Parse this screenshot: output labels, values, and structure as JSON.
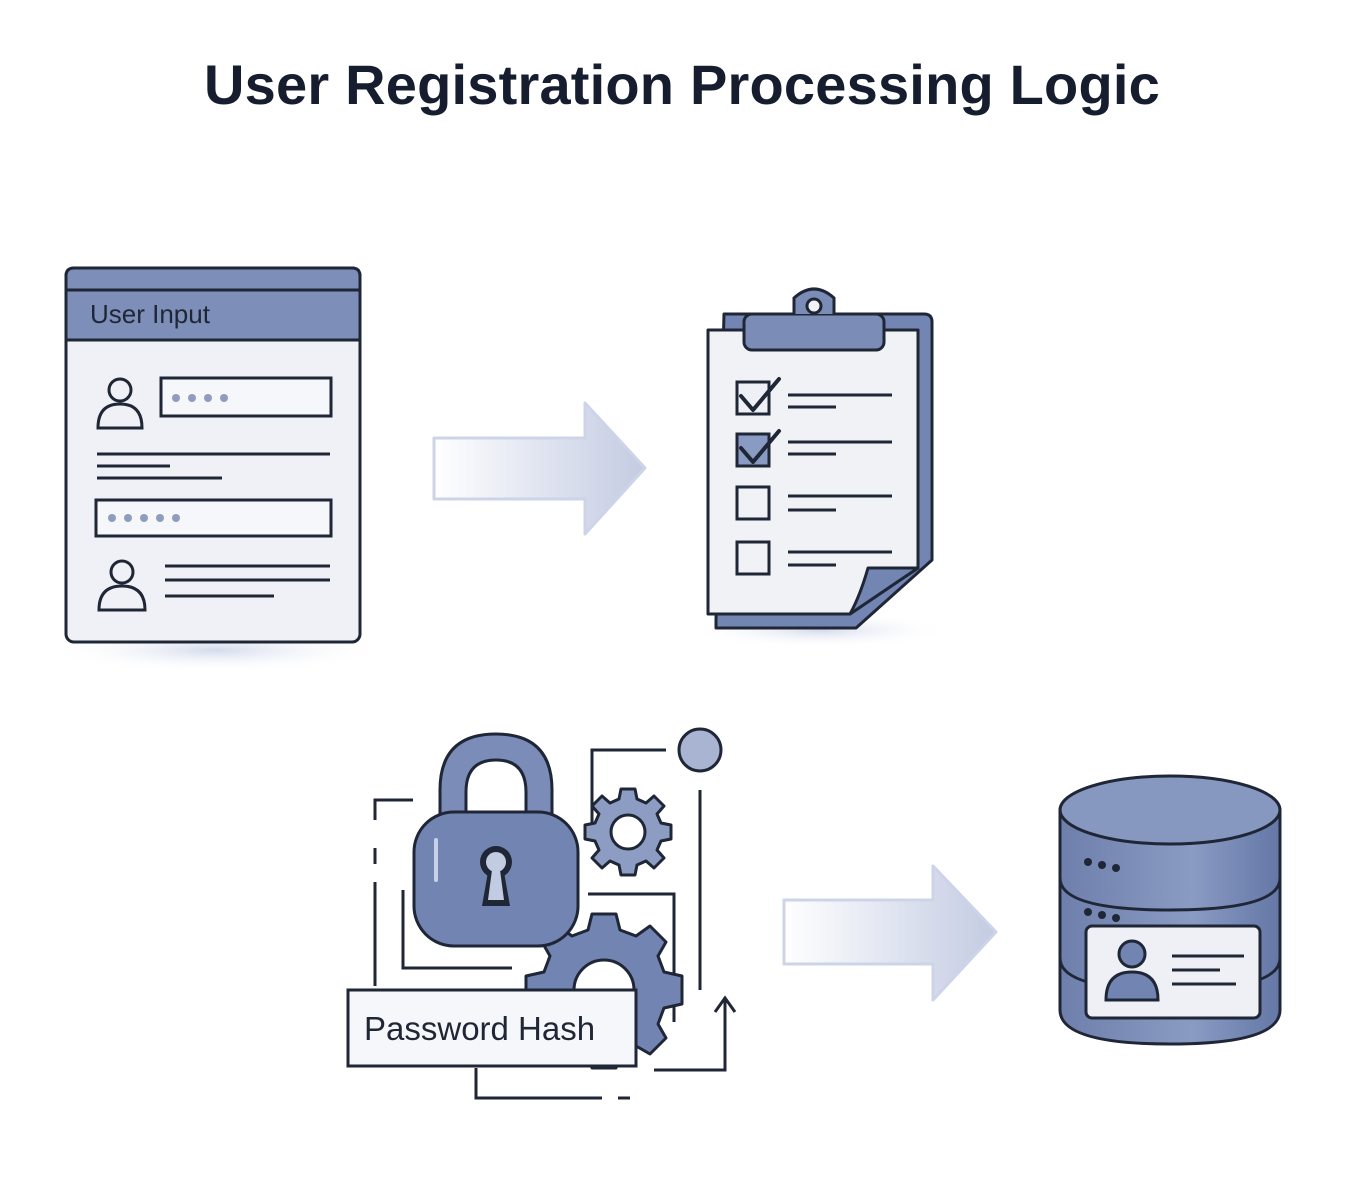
{
  "title": "User Registration Processing Logic",
  "steps": {
    "user_input": {
      "label": "User Input",
      "icon": "form-window-icon"
    },
    "validation": {
      "icon": "clipboard-checklist-icon",
      "checked": 2,
      "unchecked": 2
    },
    "hashing": {
      "label": "Password Hash",
      "icon": "padlock-gear-icon"
    },
    "storage": {
      "icon": "database-icon"
    }
  },
  "colors": {
    "outline": "#1f2636",
    "accent": "#6f81ad",
    "accent_light": "#d9dfee",
    "panel_fill": "#f1f2f6"
  }
}
